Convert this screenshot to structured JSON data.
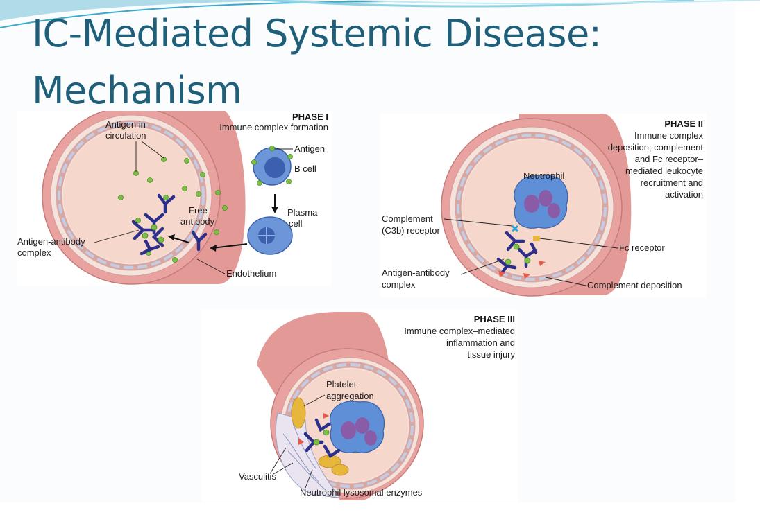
{
  "slide": {
    "title_line1": "IC-Mediated Systemic Disease:",
    "title_line2": "Mechanism"
  },
  "phase1": {
    "heading": "PHASE I",
    "subtitle": "Immune complex formation",
    "labels": {
      "antigen_in_circ_1": "Antigen in",
      "antigen_in_circ_2": "circulation",
      "antigen": "Antigen",
      "b_cell": "B cell",
      "free_antibody_1": "Free",
      "free_antibody_2": "antibody",
      "plasma_cell_1": "Plasma",
      "plasma_cell_2": "cell",
      "ag_ab_complex_1": "Antigen-antibody",
      "ag_ab_complex_2": "complex",
      "endothelium": "Endothelium"
    }
  },
  "phase2": {
    "heading": "PHASE II",
    "subtitle_lines": [
      "Immune complex",
      "deposition; complement",
      "and Fc receptor–",
      "mediated leukocyte",
      "recruitment and",
      "activation"
    ],
    "labels": {
      "neutrophil": "Neutrophil",
      "complement_receptor_1": "Complement",
      "complement_receptor_2": "(C3b) receptor",
      "fc_receptor": "Fc receptor",
      "ag_ab_complex_1": "Antigen-antibody",
      "ag_ab_complex_2": "complex",
      "complement_deposition": "Complement deposition"
    }
  },
  "phase3": {
    "heading": "PHASE III",
    "subtitle_lines": [
      "Immune complex–mediated",
      "inflammation and",
      "tissue injury"
    ],
    "labels": {
      "platelet_aggregation_1": "Platelet",
      "platelet_aggregation_2": "aggregation",
      "vasculitis": "Vasculitis",
      "neutrophil_enzymes": "Neutrophil lysosomal enzymes"
    }
  },
  "colors": {
    "title": "#1f5f7a",
    "vessel_outer": "#e39a97",
    "vessel_lumen": "#f4d2c6",
    "endothelial_cell": "#c3cde6",
    "antibody": "#2b2f8a",
    "antigen": "#7bc042",
    "neutrophil": "#5f8fd6",
    "nucleus": "#8a5ca8",
    "platelet": "#e7b73b"
  }
}
